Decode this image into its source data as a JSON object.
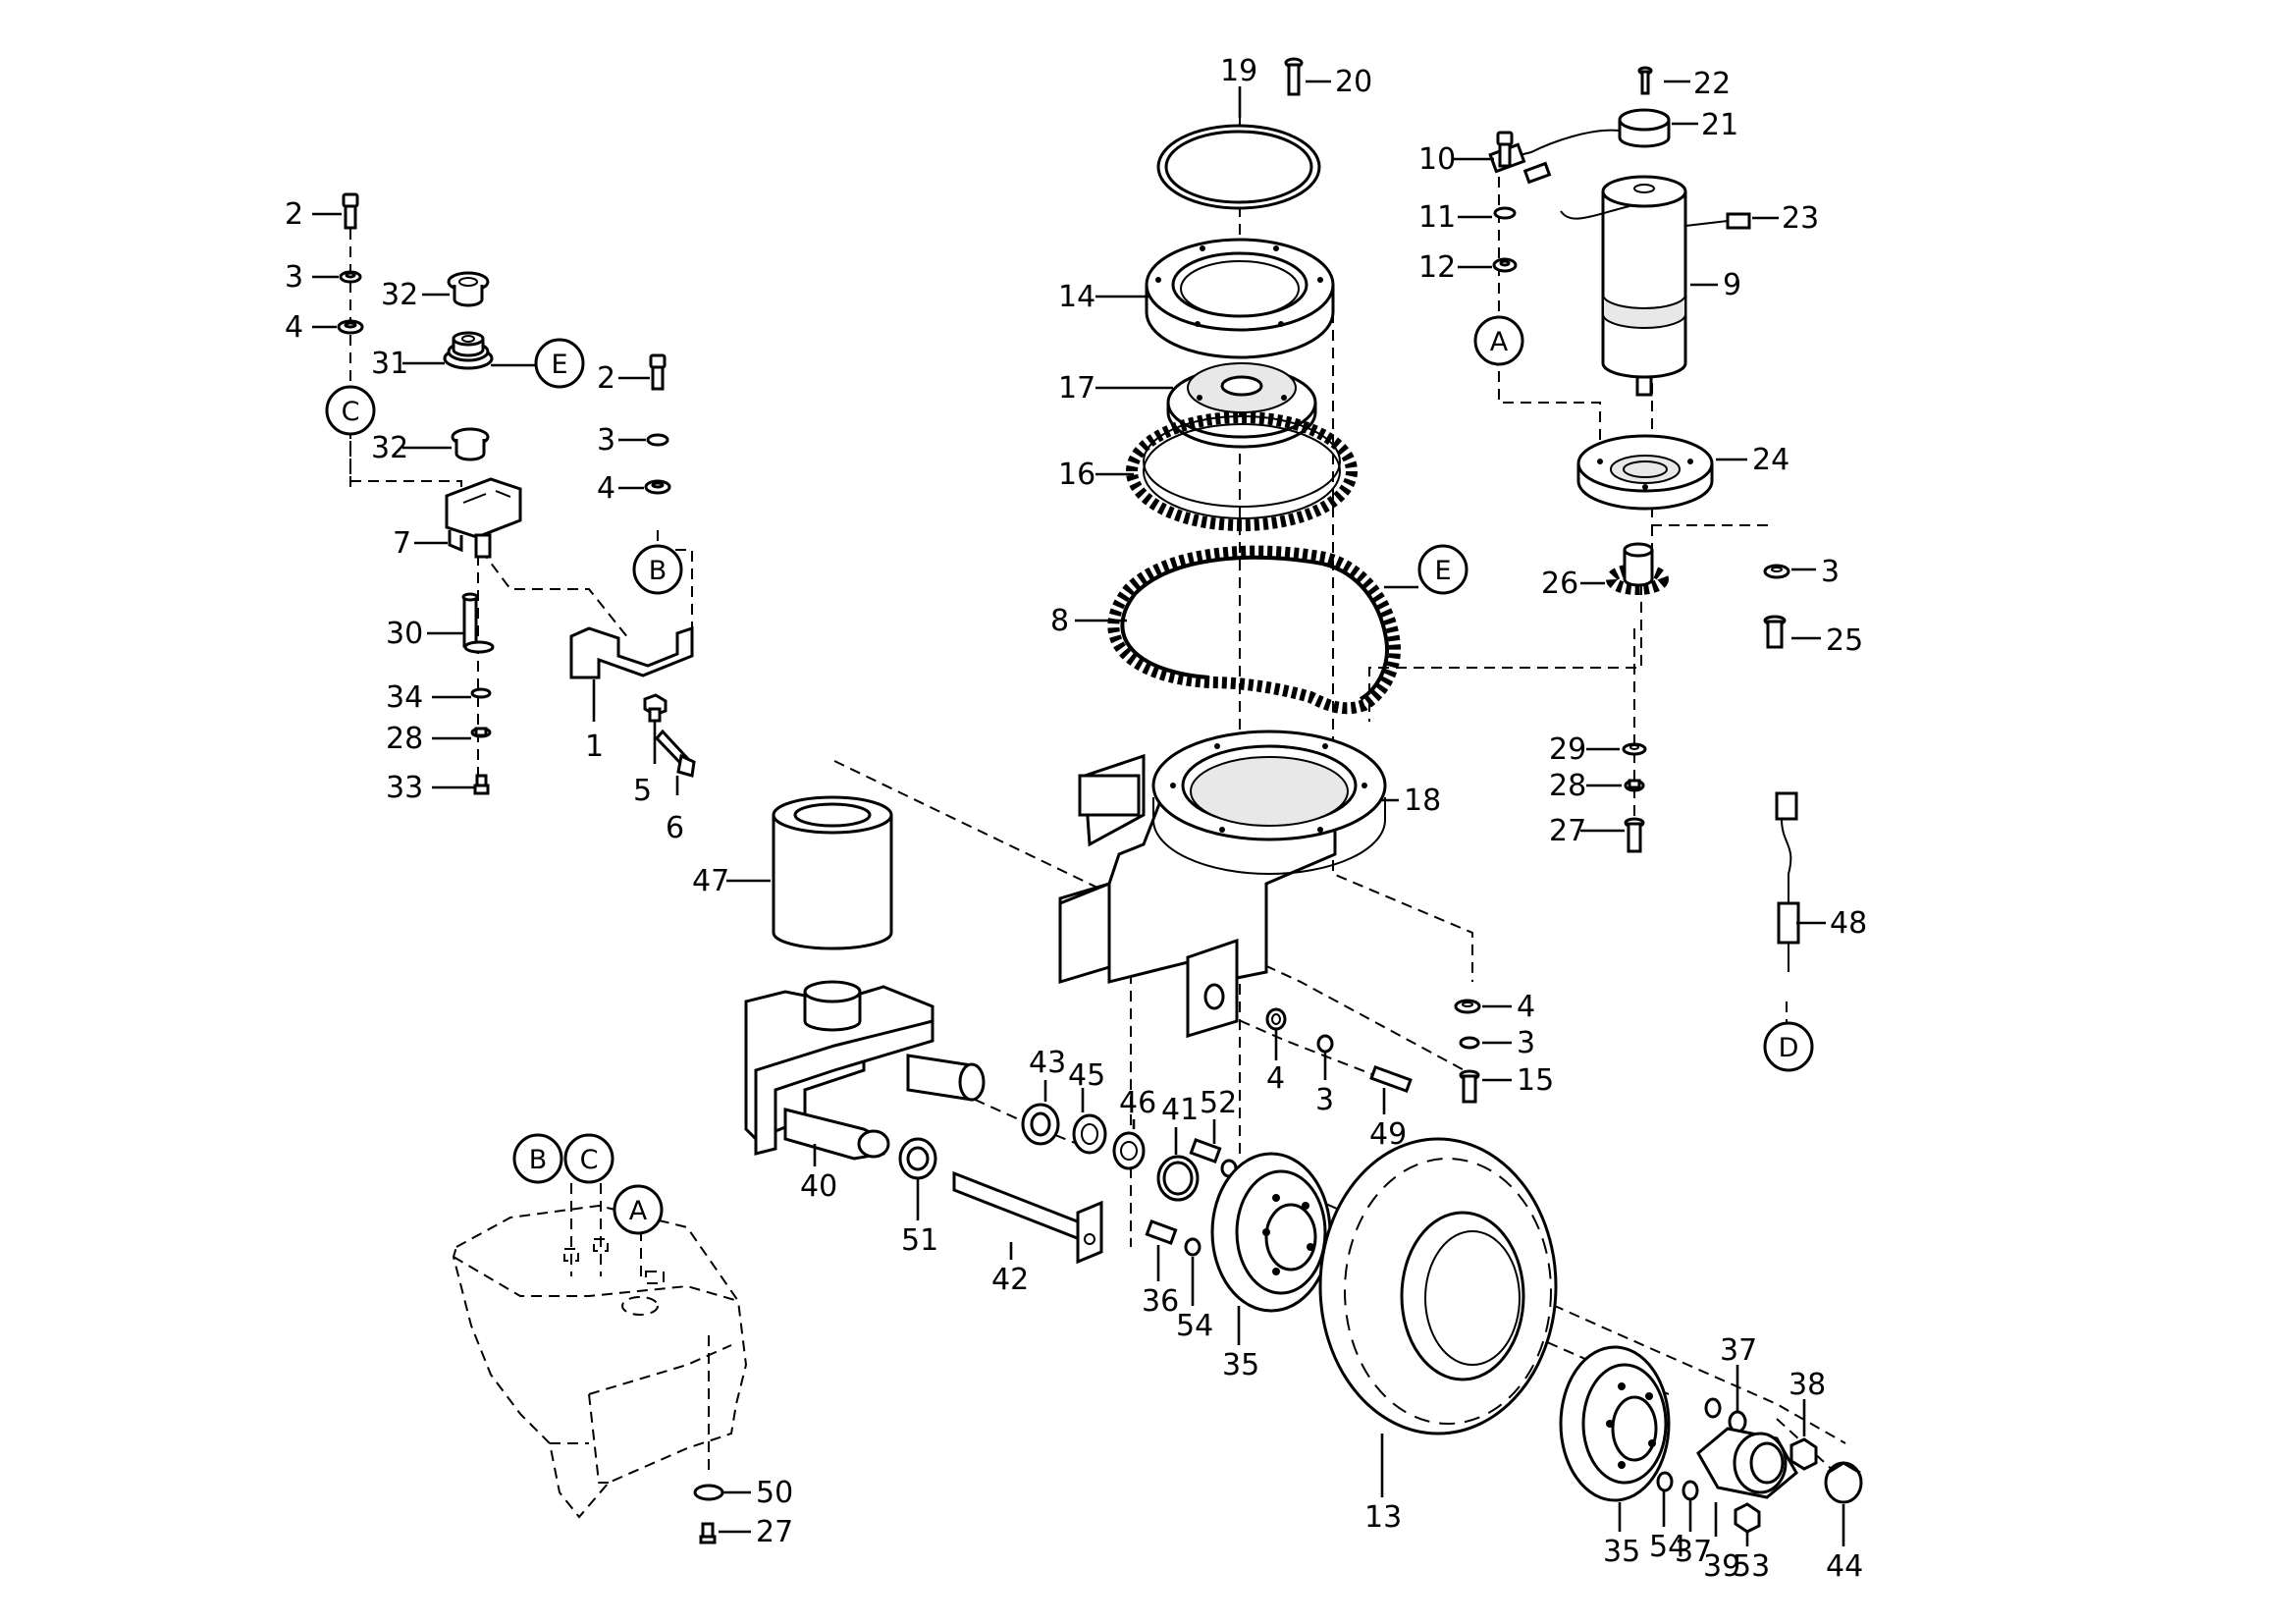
{
  "labels": [
    "1",
    "2",
    "3",
    "4",
    "5",
    "6",
    "7",
    "8",
    "9",
    "10",
    "11",
    "12",
    "13",
    "14",
    "15",
    "16",
    "17",
    "18",
    "19",
    "20",
    "21",
    "22",
    "23",
    "24",
    "25",
    "26",
    "27",
    "28",
    "29",
    "30",
    "31",
    "32",
    "33",
    "34",
    "35",
    "36",
    "37",
    "38",
    "39",
    "40",
    "41",
    "42",
    "43",
    "44",
    "45",
    "46",
    "47",
    "48",
    "49",
    "50",
    "51",
    "52",
    "53",
    "54"
  ],
  "callouts": {
    "A": "A",
    "B": "B",
    "C": "C",
    "D": "D",
    "E": "E"
  }
}
